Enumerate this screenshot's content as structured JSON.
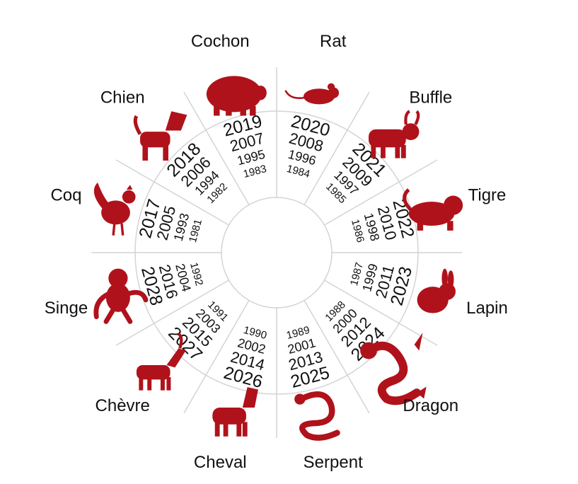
{
  "colors": {
    "animal": "#b0121b",
    "line": "#d4d4d4",
    "text": "#111111"
  },
  "sectors": [
    {
      "animal": "Rat",
      "icon": "rat-icon",
      "years": [
        "2020",
        "2008",
        "1996",
        "1984"
      ]
    },
    {
      "animal": "Buffle",
      "icon": "ox-icon",
      "years": [
        "2021",
        "2009",
        "1997",
        "1985"
      ]
    },
    {
      "animal": "Tigre",
      "icon": "tiger-icon",
      "years": [
        "2022",
        "2010",
        "1998",
        "1986"
      ]
    },
    {
      "animal": "Lapin",
      "icon": "rabbit-icon",
      "years": [
        "2023",
        "2011",
        "1999",
        "1987"
      ]
    },
    {
      "animal": "Dragon",
      "icon": "dragon-icon",
      "years": [
        "2024",
        "2012",
        "2000",
        "1988"
      ]
    },
    {
      "animal": "Serpent",
      "icon": "snake-icon",
      "years": [
        "2025",
        "2013",
        "2001",
        "1989"
      ]
    },
    {
      "animal": "Cheval",
      "icon": "horse-icon",
      "years": [
        "2026",
        "2014",
        "2002",
        "1990"
      ]
    },
    {
      "animal": "Chèvre",
      "icon": "goat-icon",
      "years": [
        "2027",
        "2015",
        "2003",
        "1991"
      ]
    },
    {
      "animal": "Singe",
      "icon": "monkey-icon",
      "years": [
        "2028",
        "2016",
        "2004",
        "1992"
      ]
    },
    {
      "animal": "Coq",
      "icon": "rooster-icon",
      "years": [
        "2017",
        "2005",
        "1993",
        "1981"
      ]
    },
    {
      "animal": "Chien",
      "icon": "dog-icon",
      "years": [
        "2018",
        "2006",
        "1994",
        "1982"
      ]
    },
    {
      "animal": "Cochon",
      "icon": "pig-icon",
      "years": [
        "2019",
        "2007",
        "1995",
        "1983"
      ]
    }
  ]
}
